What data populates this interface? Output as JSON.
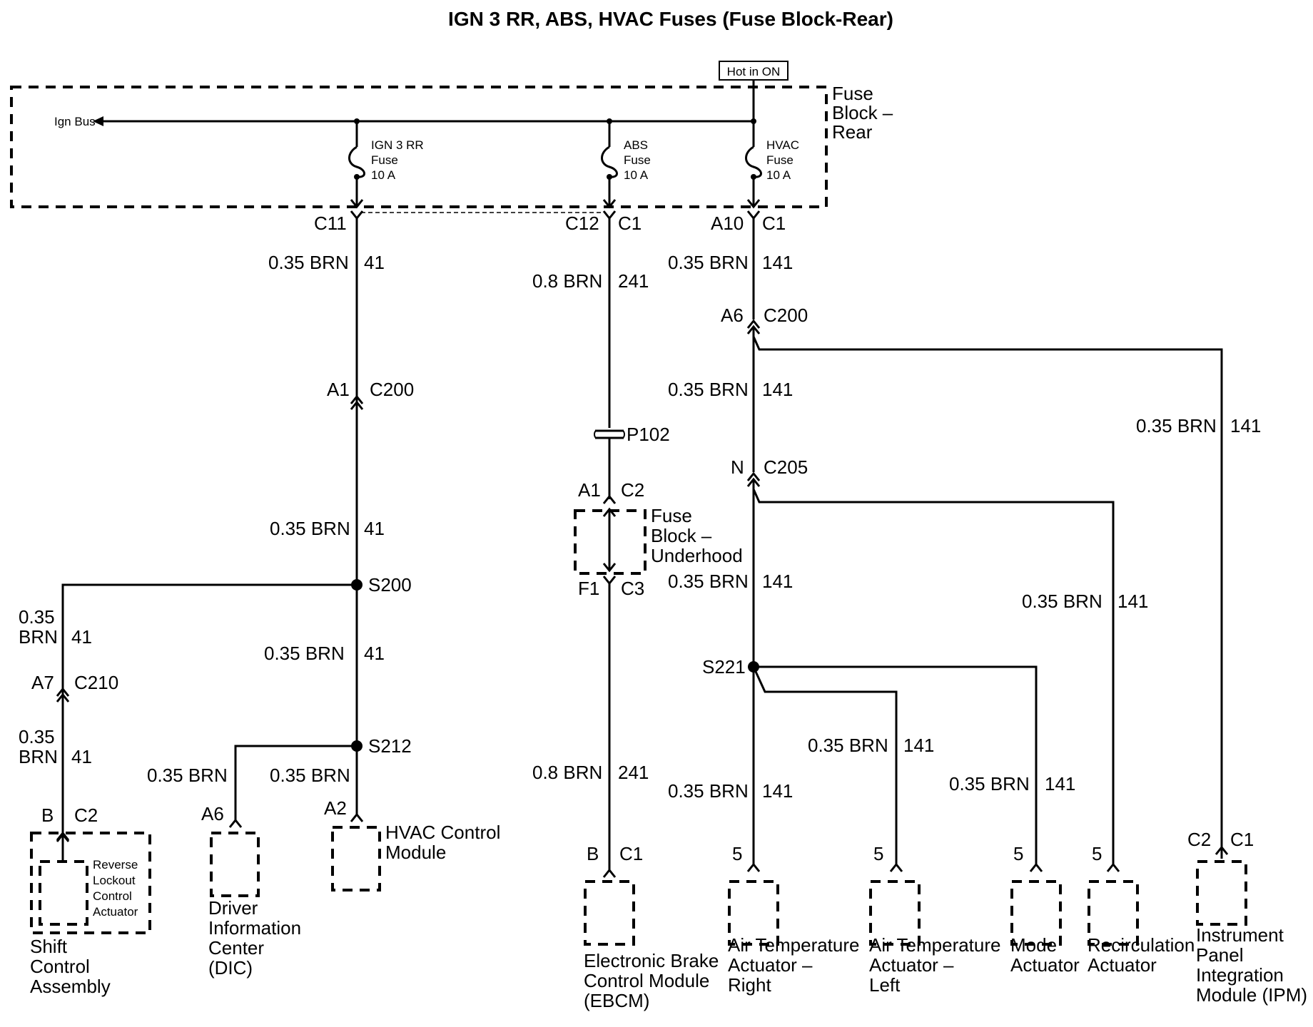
{
  "title": "IGN 3 RR, ABS, HVAC Fuses (Fuse Block-Rear)",
  "hot_in": "Hot in ON",
  "fuse_block_rear": [
    "Fuse",
    "Block –",
    "Rear"
  ],
  "ign_bus": "Ign Bus",
  "fuses": {
    "ign3": [
      "IGN 3 RR",
      "Fuse",
      "10 A"
    ],
    "abs": [
      "ABS",
      "Fuse",
      "10 A"
    ],
    "hvac": [
      "HVAC",
      "Fuse",
      "10 A"
    ]
  },
  "wire_brn035": "0.35 BRN",
  "wire_brn08": "0.8 BRN",
  "wire_035": "0.35",
  "wire_brn": "BRN",
  "circuit_41": "41",
  "circuit_241": "241",
  "circuit_141": "141",
  "pins": {
    "C11": "C11",
    "C12": "C12",
    "C1": "C1",
    "A10": "A10",
    "A1": "A1",
    "C200": "C200",
    "A6": "A6",
    "N": "N",
    "C205": "C205",
    "C2": "C2",
    "F1": "F1",
    "C3": "C3",
    "A7": "A7",
    "C210": "C210",
    "B": "B",
    "A2": "A2",
    "five": "5"
  },
  "splices": {
    "S200": "S200",
    "S212": "S212",
    "S221": "S221"
  },
  "p102": "P102",
  "fuse_block_underhood": [
    "Fuse",
    "Block –",
    "Underhood"
  ],
  "components": {
    "shift": [
      "Shift",
      "Control",
      "Assembly"
    ],
    "reverse": [
      "Reverse",
      "Lockout",
      "Control",
      "Actuator"
    ],
    "dic": [
      "Driver",
      "Information",
      "Center",
      "(DIC)"
    ],
    "hvac_module": [
      "HVAC Control",
      "Module"
    ],
    "ebcm": [
      "Electronic Brake",
      "Control Module",
      "(EBCM)"
    ],
    "air_right": [
      "Air Temperature",
      "Actuator –",
      "Right"
    ],
    "air_left": [
      "Air Temperature",
      "Actuator –",
      "Left"
    ],
    "mode": [
      "Mode",
      "Actuator"
    ],
    "recirc": [
      "Recirculation",
      "Actuator"
    ],
    "ipm": [
      "Instrument",
      "Panel",
      "Integration",
      "Module (IPM)"
    ]
  }
}
